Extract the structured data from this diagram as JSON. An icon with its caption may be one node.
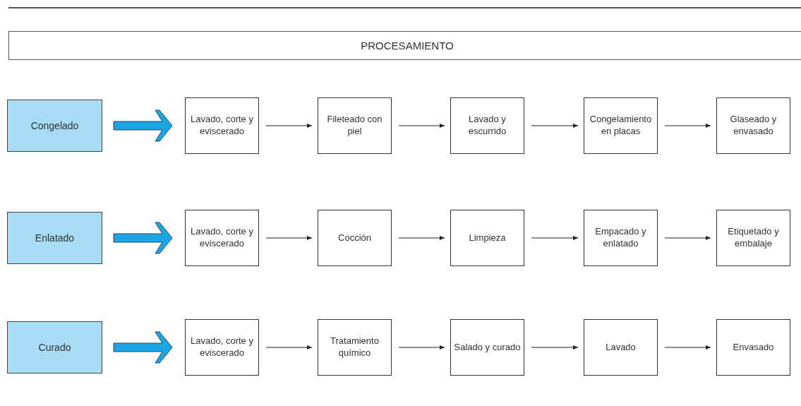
{
  "diagram": {
    "nodes": [
      {
        "text": [
          "PROCESAMIENTO"
        ]
      },
      {
        "text": [
          "Congelado"
        ]
      },
      {
        "text": [
          "Lavado, corte y eviscerado"
        ]
      },
      {
        "text": [
          "Fileteado con piel"
        ]
      },
      {
        "text": [
          "Lavado y escurrido"
        ]
      },
      {
        "text": [
          "Congelamiento en placas"
        ]
      },
      {
        "text": [
          "Glaseado y envasado"
        ]
      },
      {
        "text": [
          "Enlatado"
        ]
      },
      {
        "text": [
          "Lavado, corte y eviscerado"
        ]
      },
      {
        "text": [
          "Cocción"
        ]
      },
      {
        "text": [
          "Limpieza"
        ]
      },
      {
        "text": [
          "Empacado y enlatado"
        ]
      },
      {
        "text": [
          "Etiquetado y embalaje"
        ]
      },
      {
        "text": [
          "Curado"
        ]
      },
      {
        "text": [
          "Lavado, corte y eviscerado"
        ]
      },
      {
        "text": [
          "Tratamiento químico"
        ]
      },
      {
        "text": [
          "Salado y curado"
        ]
      },
      {
        "text": [
          "Lavado"
        ]
      },
      {
        "text": [
          "Envasado"
        ]
      }
    ],
    "edges": [
      {
        "from": 1,
        "to": 2,
        "arrow": "to",
        "style": "thick",
        "color": "#1aa5e3"
      },
      {
        "from": 2,
        "to": 3,
        "arrow": "to"
      },
      {
        "from": 3,
        "to": 4,
        "arrow": "to"
      },
      {
        "from": 4,
        "to": 5,
        "arrow": "to"
      },
      {
        "from": 5,
        "to": 6,
        "arrow": "to"
      },
      {
        "from": 7,
        "to": 8,
        "arrow": "to",
        "style": "thick",
        "color": "#1aa5e3"
      },
      {
        "from": 8,
        "to": 9,
        "arrow": "to"
      },
      {
        "from": 9,
        "to": 10,
        "arrow": "to"
      },
      {
        "from": 10,
        "to": 11,
        "arrow": "to"
      },
      {
        "from": 11,
        "to": 12,
        "arrow": "to"
      },
      {
        "from": 13,
        "to": 14,
        "arrow": "to",
        "style": "thick",
        "color": "#1aa5e3"
      },
      {
        "from": 14,
        "to": 15,
        "arrow": "to"
      },
      {
        "from": 15,
        "to": 16,
        "arrow": "to"
      },
      {
        "from": 16,
        "to": 17,
        "arrow": "to"
      },
      {
        "from": 17,
        "to": 18,
        "arrow": "to"
      }
    ]
  }
}
